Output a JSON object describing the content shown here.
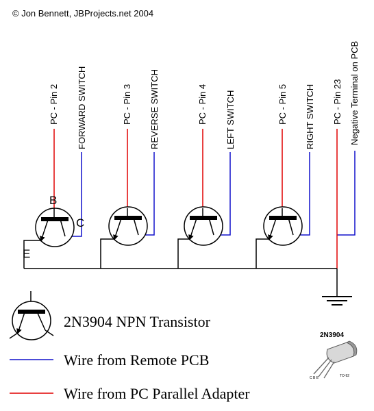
{
  "copyright": "© Jon Bennett, JBProjects.net  2004",
  "colors": {
    "pc_wire": "#e00000",
    "remote_wire": "#1010cc",
    "ground_wire": "#000000"
  },
  "channels": [
    {
      "pc_label": "PC - Pin 2",
      "switch_label": "FORWARD SWITCH"
    },
    {
      "pc_label": "PC - Pin 3",
      "switch_label": "REVERSE SWITCH"
    },
    {
      "pc_label": "PC - Pin 4",
      "switch_label": "LEFT SWITCH"
    },
    {
      "pc_label": "PC - Pin 5",
      "switch_label": "RIGHT SWITCH"
    }
  ],
  "ground": {
    "pc_label": "PC - Pin 23",
    "pcb_label": "Negative Terminal on PCB"
  },
  "pins": {
    "base": "B",
    "collector": "C",
    "emitter": "E"
  },
  "legend": {
    "transistor": "2N3904 NPN Transistor",
    "remote_wire": "Wire from Remote PCB",
    "pc_wire": "Wire from PC Parallel Adapter"
  },
  "package": {
    "part": "2N3904",
    "type": "TO-92",
    "pins": "C B E"
  }
}
